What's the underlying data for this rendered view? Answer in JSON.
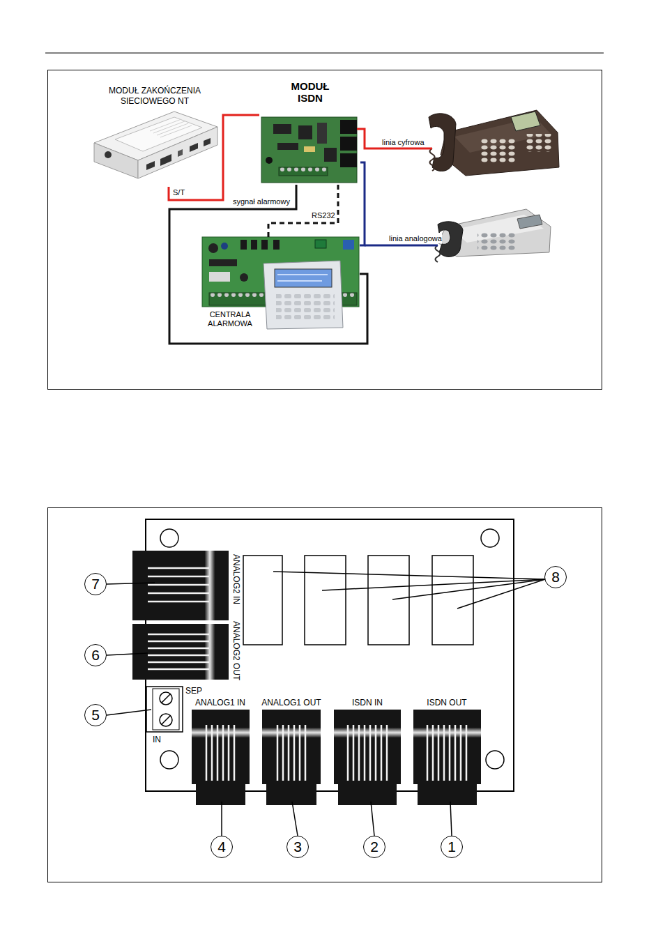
{
  "diagram": {
    "nodes": [
      {
        "text": [
          "MODUŁ ZAKOŃCZENIA SIECIOWEGO NT"
        ]
      },
      {
        "text": [
          "MODUŁ ISDN"
        ]
      },
      {
        "text": [
          "CENTRALA ALARMOWA"
        ]
      }
    ],
    "edges": [
      {
        "from": 0,
        "to": 1,
        "label": "S/T",
        "arrow": "none"
      },
      {
        "from": 1,
        "to": 2,
        "label": "sygnał alarmowy",
        "arrow": "none"
      },
      {
        "from": 1,
        "to": 2,
        "label": "RS232",
        "arrow": "none"
      },
      {
        "from": 1,
        "to": 2,
        "arrow": "none"
      }
    ],
    "labels": [
      "linia cyfrowa",
      "linia analogowa",
      "ANALOG2 IN",
      "7",
      "8",
      "ANALOG2 OUT",
      "6",
      "SEP",
      "5",
      "ANALOG1 IN",
      "ANALOG1 OUT",
      "ISDN IN",
      "ISDN OUT",
      "IN",
      "4",
      "3",
      "2",
      "1"
    ]
  }
}
